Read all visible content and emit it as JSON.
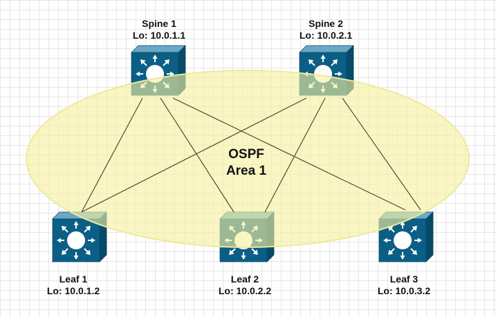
{
  "area": {
    "line1": "OSPF",
    "line2": "Area 1"
  },
  "colors": {
    "switch_front": "#0b5f86",
    "switch_top": "#6aa8c4",
    "switch_side": "#074a69",
    "area_fill": "#f6f0a0",
    "link": "#4a4a3a"
  },
  "nodes": {
    "spine1": {
      "name": "Spine 1",
      "lo": "Lo: 10.0.1.1",
      "icon": "layer3-switch-icon"
    },
    "spine2": {
      "name": "Spine 2",
      "lo": "Lo: 10.0.2.1",
      "icon": "layer3-switch-icon"
    },
    "leaf1": {
      "name": "Leaf 1",
      "lo": "Lo: 10.0.1.2",
      "icon": "layer3-switch-icon"
    },
    "leaf2": {
      "name": "Leaf 2",
      "lo": "Lo: 10.0.2.2",
      "icon": "layer3-switch-icon"
    },
    "leaf3": {
      "name": "Leaf 3",
      "lo": "Lo: 10.0.3.2",
      "icon": "layer3-switch-icon"
    }
  }
}
